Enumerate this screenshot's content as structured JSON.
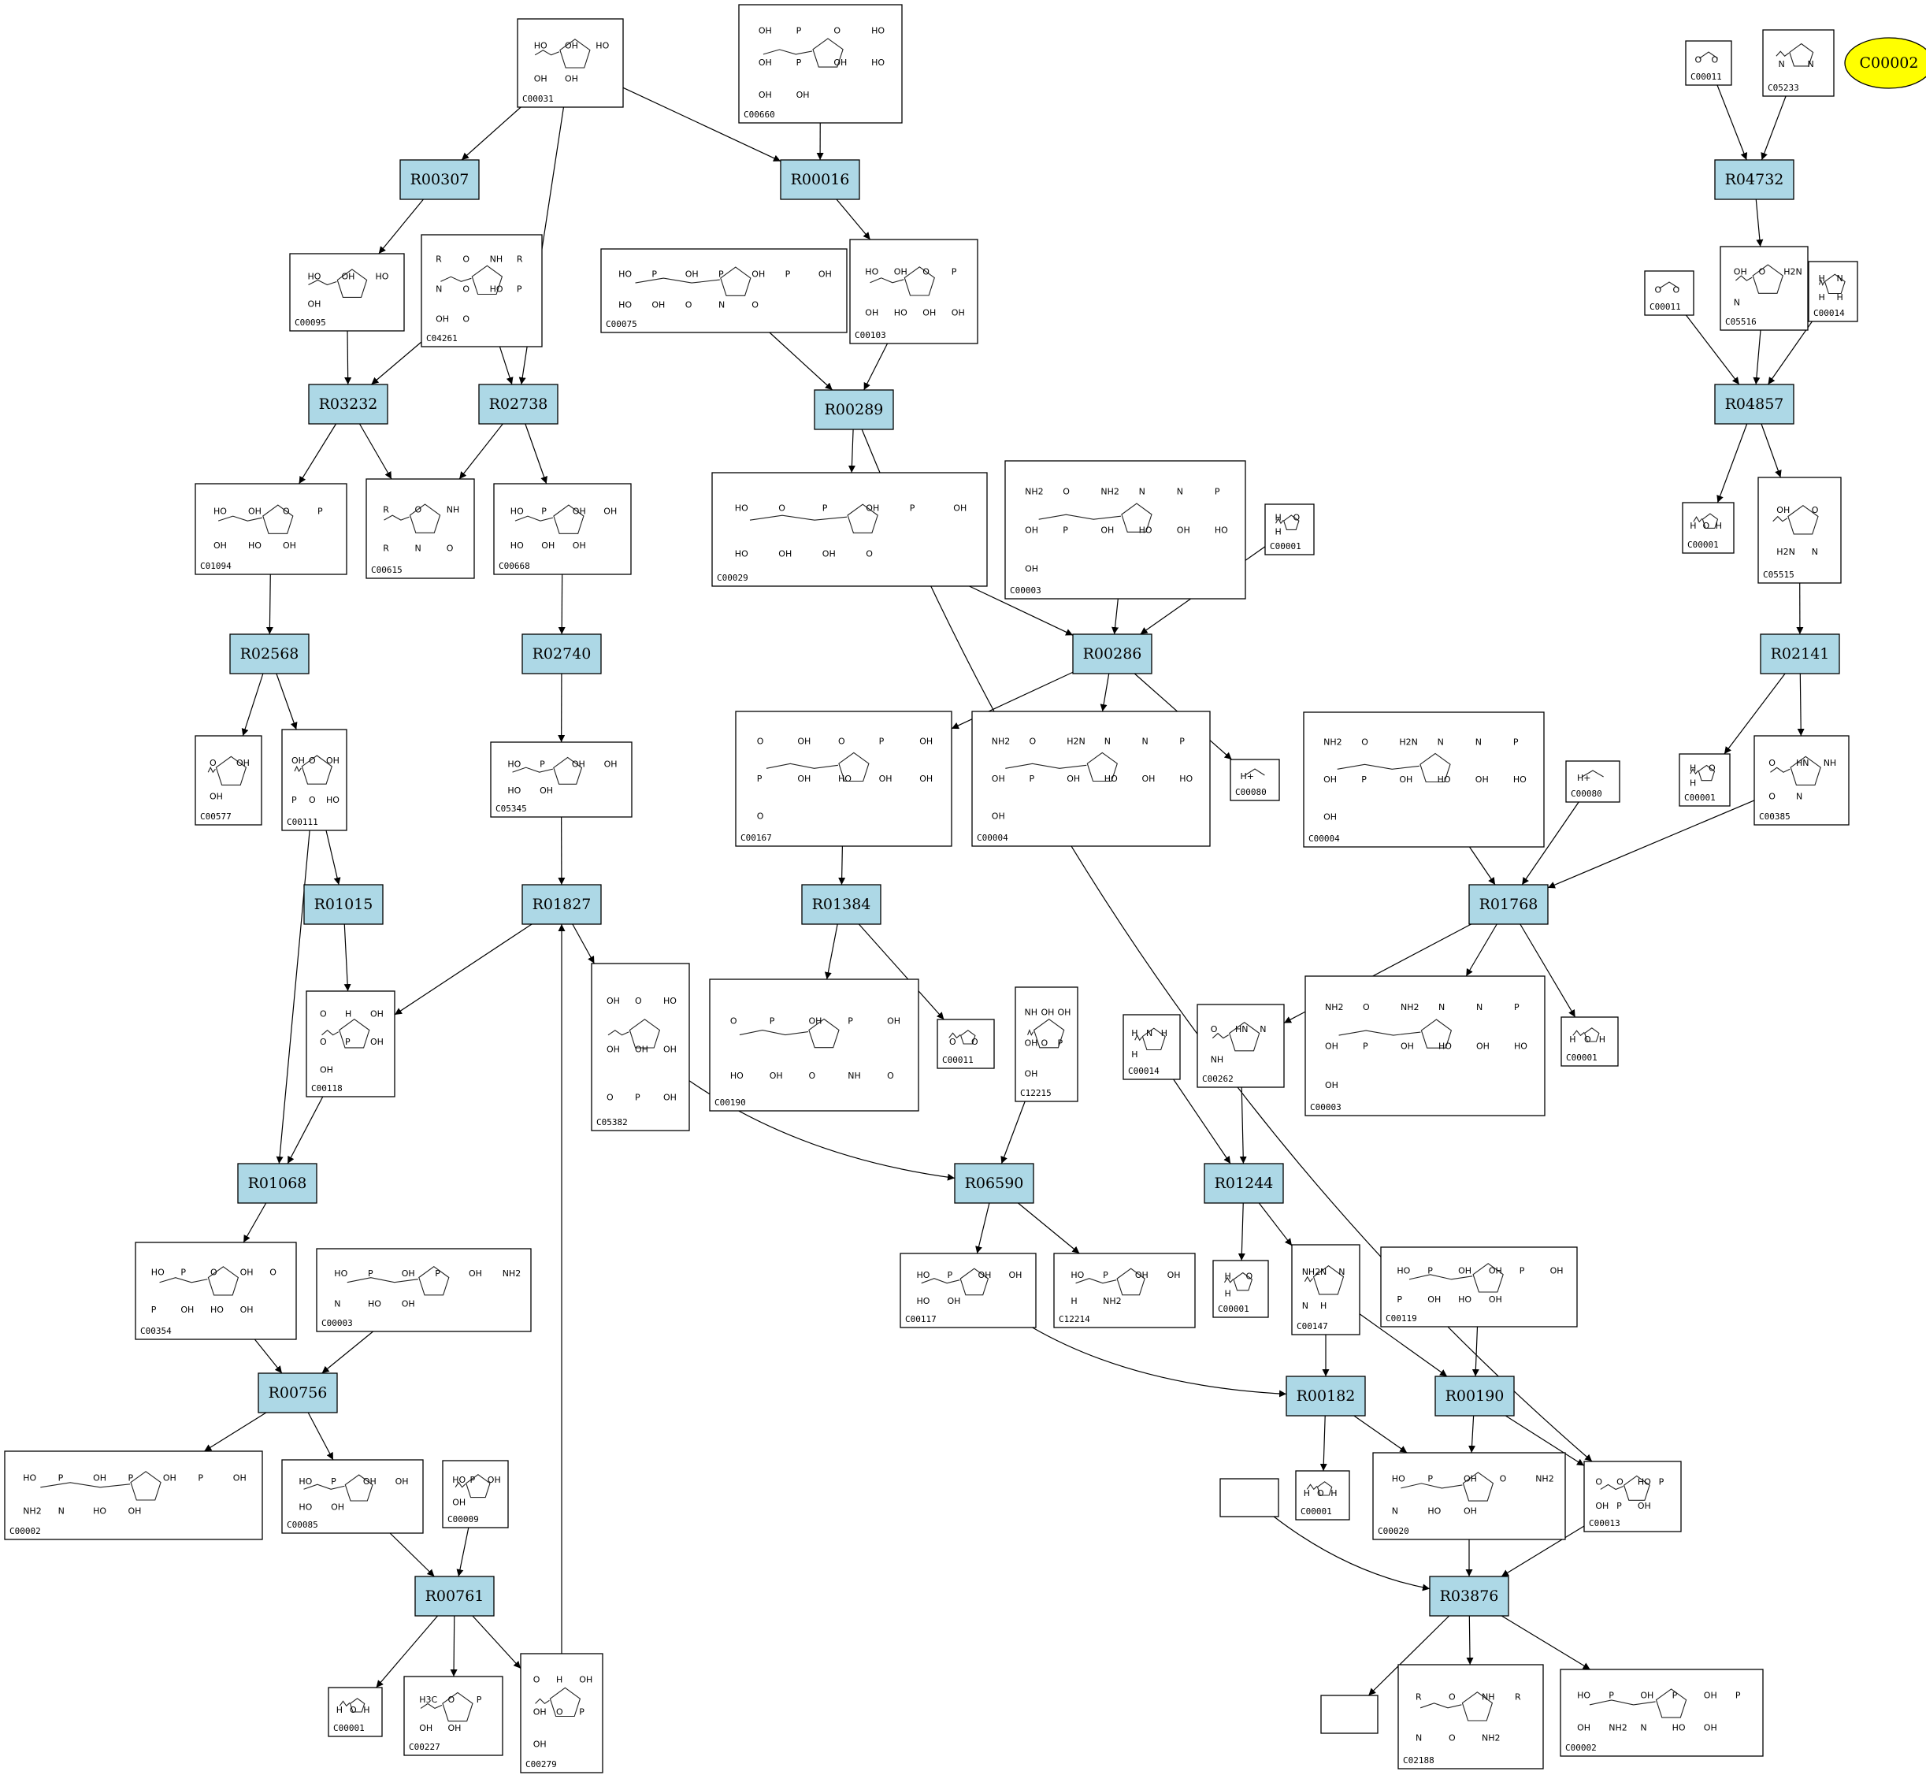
{
  "diagram": {
    "highlighted_compound": "C00002",
    "colors": {
      "reaction_fill": "#add8e6",
      "highlight_fill": "#ffff00",
      "compound_fill": "#ffffff",
      "line": "#000000"
    },
    "reactions": [
      "R00307",
      "R00016",
      "R04732",
      "R03232",
      "R02738",
      "R00289",
      "R04857",
      "R02568",
      "R02740",
      "R00286",
      "R02141",
      "R01015",
      "R01827",
      "R01384",
      "R01768",
      "R01068",
      "R06590",
      "R01244",
      "R00756",
      "R00182",
      "R00190",
      "R00761",
      "R03876"
    ],
    "compounds": [
      {
        "id": "C00031",
        "atoms": [
          "HO",
          "OH",
          "HO",
          "OH",
          "OH"
        ]
      },
      {
        "id": "C00660",
        "atoms": [
          "OH",
          "P",
          "O",
          "HO",
          "OH",
          "P",
          "OH",
          "HO",
          "OH",
          "OH"
        ]
      },
      {
        "id": "C00011",
        "atoms": [
          "O",
          "O"
        ]
      },
      {
        "id": "C05233",
        "atoms": [
          "N",
          "N"
        ]
      },
      {
        "id": "C00095",
        "atoms": [
          "HO",
          "OH",
          "HO",
          "OH"
        ]
      },
      {
        "id": "C04261",
        "atoms": [
          "R",
          "O",
          "NH",
          "R",
          "N",
          "O",
          "HO",
          "P",
          "OH",
          "O"
        ]
      },
      {
        "id": "C00075",
        "atoms": [
          "HO",
          "P",
          "OH",
          "P",
          "OH",
          "P",
          "OH",
          "HO",
          "OH",
          "O",
          "N",
          "O"
        ]
      },
      {
        "id": "C00103",
        "atoms": [
          "HO",
          "OH",
          "O",
          "P",
          "OH",
          "HO",
          "OH",
          "OH"
        ]
      },
      {
        "id": "C00011",
        "atoms": [
          "O",
          "O"
        ]
      },
      {
        "id": "C05516",
        "atoms": [
          "OH",
          "O",
          "H2N",
          "N"
        ]
      },
      {
        "id": "C00014",
        "atoms": [
          "H",
          "N",
          "H",
          "H"
        ]
      },
      {
        "id": "C01094",
        "atoms": [
          "HO",
          "OH",
          "O",
          "P",
          "OH",
          "HO",
          "OH"
        ]
      },
      {
        "id": "C00615",
        "atoms": [
          "R",
          "O",
          "NH",
          "R",
          "N",
          "O"
        ]
      },
      {
        "id": "C00668",
        "atoms": [
          "HO",
          "P",
          "OH",
          "OH",
          "HO",
          "OH",
          "OH"
        ]
      },
      {
        "id": "C00029",
        "atoms": [
          "HO",
          "O",
          "P",
          "OH",
          "P",
          "OH",
          "HO",
          "OH",
          "OH",
          "O"
        ]
      },
      {
        "id": "C00003",
        "atoms": [
          "NH2",
          "O",
          "NH2",
          "N",
          "N",
          "P",
          "OH",
          "P",
          "OH",
          "HO",
          "OH",
          "HO",
          "OH"
        ]
      },
      {
        "id": "C00001",
        "atoms": [
          "H",
          "O",
          "H"
        ]
      },
      {
        "id": "C00001",
        "atoms": [
          "H",
          "O",
          "H"
        ]
      },
      {
        "id": "C05515",
        "atoms": [
          "OH",
          "O",
          "H2N",
          "N"
        ]
      },
      {
        "id": "C00577",
        "atoms": [
          "O",
          "OH",
          "OH"
        ]
      },
      {
        "id": "C00111",
        "atoms": [
          "OH",
          "O",
          "OH",
          "P",
          "O",
          "HO"
        ]
      },
      {
        "id": "C05345",
        "atoms": [
          "HO",
          "P",
          "OH",
          "OH",
          "HO",
          "OH"
        ]
      },
      {
        "id": "C00167",
        "atoms": [
          "O",
          "OH",
          "O",
          "P",
          "OH",
          "P",
          "OH",
          "HO",
          "OH",
          "OH",
          "O"
        ]
      },
      {
        "id": "C00004",
        "atoms": [
          "NH2",
          "O",
          "H2N",
          "N",
          "N",
          "P",
          "OH",
          "P",
          "OH",
          "HO",
          "OH",
          "HO",
          "OH"
        ]
      },
      {
        "id": "C00080",
        "atoms": [
          "H+"
        ]
      },
      {
        "id": "C00004",
        "atoms": [
          "NH2",
          "O",
          "H2N",
          "N",
          "N",
          "P",
          "OH",
          "P",
          "OH",
          "HO",
          "OH",
          "HO",
          "OH"
        ]
      },
      {
        "id": "C00080",
        "atoms": [
          "H+"
        ]
      },
      {
        "id": "C00001",
        "atoms": [
          "H",
          "O",
          "H"
        ]
      },
      {
        "id": "C00385",
        "atoms": [
          "O",
          "HN",
          "NH",
          "O",
          "N"
        ]
      },
      {
        "id": "C00118",
        "atoms": [
          "O",
          "H",
          "OH",
          "O",
          "P",
          "OH",
          "OH"
        ]
      },
      {
        "id": "C05382",
        "atoms": [
          "OH",
          "O",
          "HO",
          "OH",
          "OH",
          "OH",
          "O",
          "P",
          "OH"
        ]
      },
      {
        "id": "C00190",
        "atoms": [
          "O",
          "P",
          "OH",
          "P",
          "OH",
          "HO",
          "OH",
          "O",
          "NH",
          "O"
        ]
      },
      {
        "id": "C00011",
        "atoms": [
          "O",
          "O"
        ]
      },
      {
        "id": "C12215",
        "atoms": [
          "NH",
          "OH",
          "OH",
          "OH",
          "O",
          "P",
          "OH"
        ]
      },
      {
        "id": "C00014",
        "atoms": [
          "H",
          "N",
          "H",
          "H"
        ]
      },
      {
        "id": "C00262",
        "atoms": [
          "O",
          "HN",
          "N",
          "NH"
        ]
      },
      {
        "id": "C00003",
        "atoms": [
          "NH2",
          "O",
          "NH2",
          "N",
          "N",
          "P",
          "OH",
          "P",
          "OH",
          "HO",
          "OH",
          "HO",
          "OH"
        ]
      },
      {
        "id": "C00001",
        "atoms": [
          "H",
          "O",
          "H"
        ]
      },
      {
        "id": "C00354",
        "atoms": [
          "HO",
          "P",
          "O",
          "OH",
          "O",
          "P",
          "OH",
          "HO",
          "OH"
        ]
      },
      {
        "id": "C00003",
        "atoms": [
          "HO",
          "P",
          "OH",
          "P",
          "OH",
          "NH2",
          "N",
          "HO",
          "OH"
        ]
      },
      {
        "id": "C00117",
        "atoms": [
          "HO",
          "P",
          "OH",
          "OH",
          "HO",
          "OH"
        ]
      },
      {
        "id": "C12214",
        "atoms": [
          "HO",
          "P",
          "OH",
          "OH",
          "H",
          "NH2"
        ]
      },
      {
        "id": "C00001",
        "atoms": [
          "H",
          "O",
          "H"
        ]
      },
      {
        "id": "C00147",
        "atoms": [
          "NH2",
          "N",
          "N",
          "N",
          "H"
        ]
      },
      {
        "id": "C00119",
        "atoms": [
          "HO",
          "P",
          "OH",
          "OH",
          "P",
          "OH",
          "P",
          "OH",
          "HO",
          "OH"
        ]
      },
      {
        "id": "C00002",
        "atoms": [
          "HO",
          "P",
          "OH",
          "P",
          "OH",
          "P",
          "OH",
          "NH2",
          "N",
          "HO",
          "OH"
        ]
      },
      {
        "id": "C00085",
        "atoms": [
          "HO",
          "P",
          "OH",
          "OH",
          "HO",
          "OH"
        ]
      },
      {
        "id": "C00009",
        "atoms": [
          "HO",
          "P",
          "OH",
          "OH"
        ]
      },
      {
        "id": "C00001",
        "atoms": [
          "H",
          "O",
          "H"
        ]
      },
      {
        "id": "C00020",
        "atoms": [
          "HO",
          "P",
          "OH",
          "O",
          "NH2",
          "N",
          "HO",
          "OH"
        ]
      },
      {
        "id": "C00013",
        "atoms": [
          "O",
          "O",
          "HO",
          "P",
          "OH",
          "P",
          "OH"
        ]
      },
      {
        "id": "C00001",
        "atoms": [
          "H",
          "O",
          "H"
        ]
      },
      {
        "id": "C00227",
        "atoms": [
          "H3C",
          "O",
          "P",
          "OH",
          "OH"
        ]
      },
      {
        "id": "C00279",
        "atoms": [
          "O",
          "H",
          "OH",
          "OH",
          "O",
          "P",
          "OH"
        ]
      },
      {
        "id": "C02188",
        "atoms": [
          "R",
          "O",
          "NH",
          "R",
          "N",
          "O",
          "NH2"
        ]
      },
      {
        "id": "C00002",
        "atoms": [
          "HO",
          "P",
          "OH",
          "P",
          "OH",
          "P",
          "OH",
          "NH2",
          "N",
          "HO",
          "OH"
        ]
      }
    ]
  }
}
